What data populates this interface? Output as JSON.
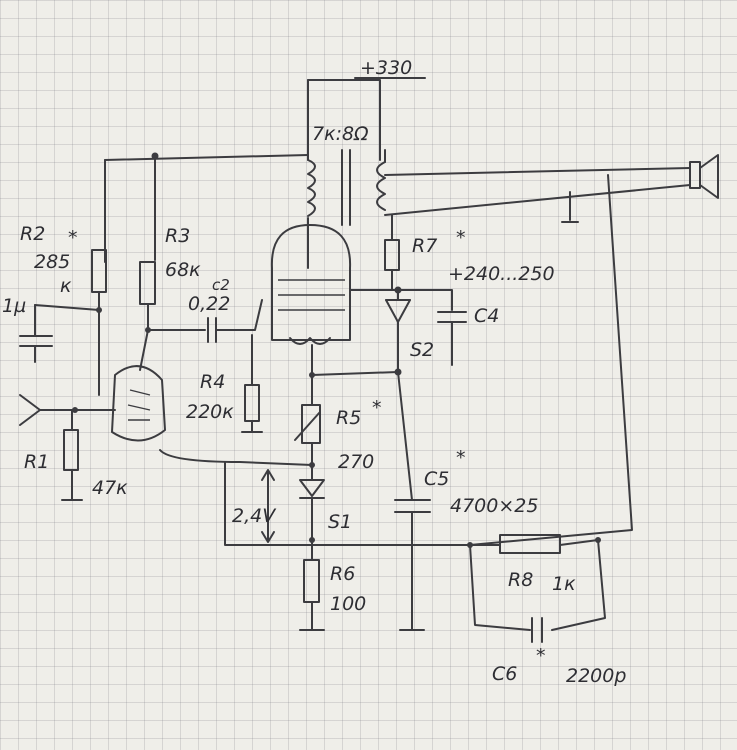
{
  "labels": {
    "supply": "+330",
    "transformer": "7к:8Ω",
    "r2": "R2",
    "r2_star": "*",
    "r2_value": "285",
    "r2_unit": "к",
    "r3": "R3",
    "r3_value": "68к",
    "c2": "c2",
    "c2_value": "0,22",
    "c1": "1µ",
    "r4": "R4",
    "r4_value": "220к",
    "r1": "R1",
    "r1_value": "47к",
    "r7": "R7",
    "r7_star": "*",
    "c4_voltage": "+240...250",
    "c4": "C4",
    "s2": "S2",
    "r5": "R5",
    "r5_star": "*",
    "r5_value": "270",
    "c5": "C5",
    "c5_star": "*",
    "c5_value": "4700×25",
    "bias_voltage": "2,4V",
    "s1": "S1",
    "r6": "R6",
    "r6_value": "100",
    "r8": "R8",
    "r8_value": "1к",
    "c6": "C6",
    "c6_star": "*",
    "c6_value": "2200p"
  }
}
